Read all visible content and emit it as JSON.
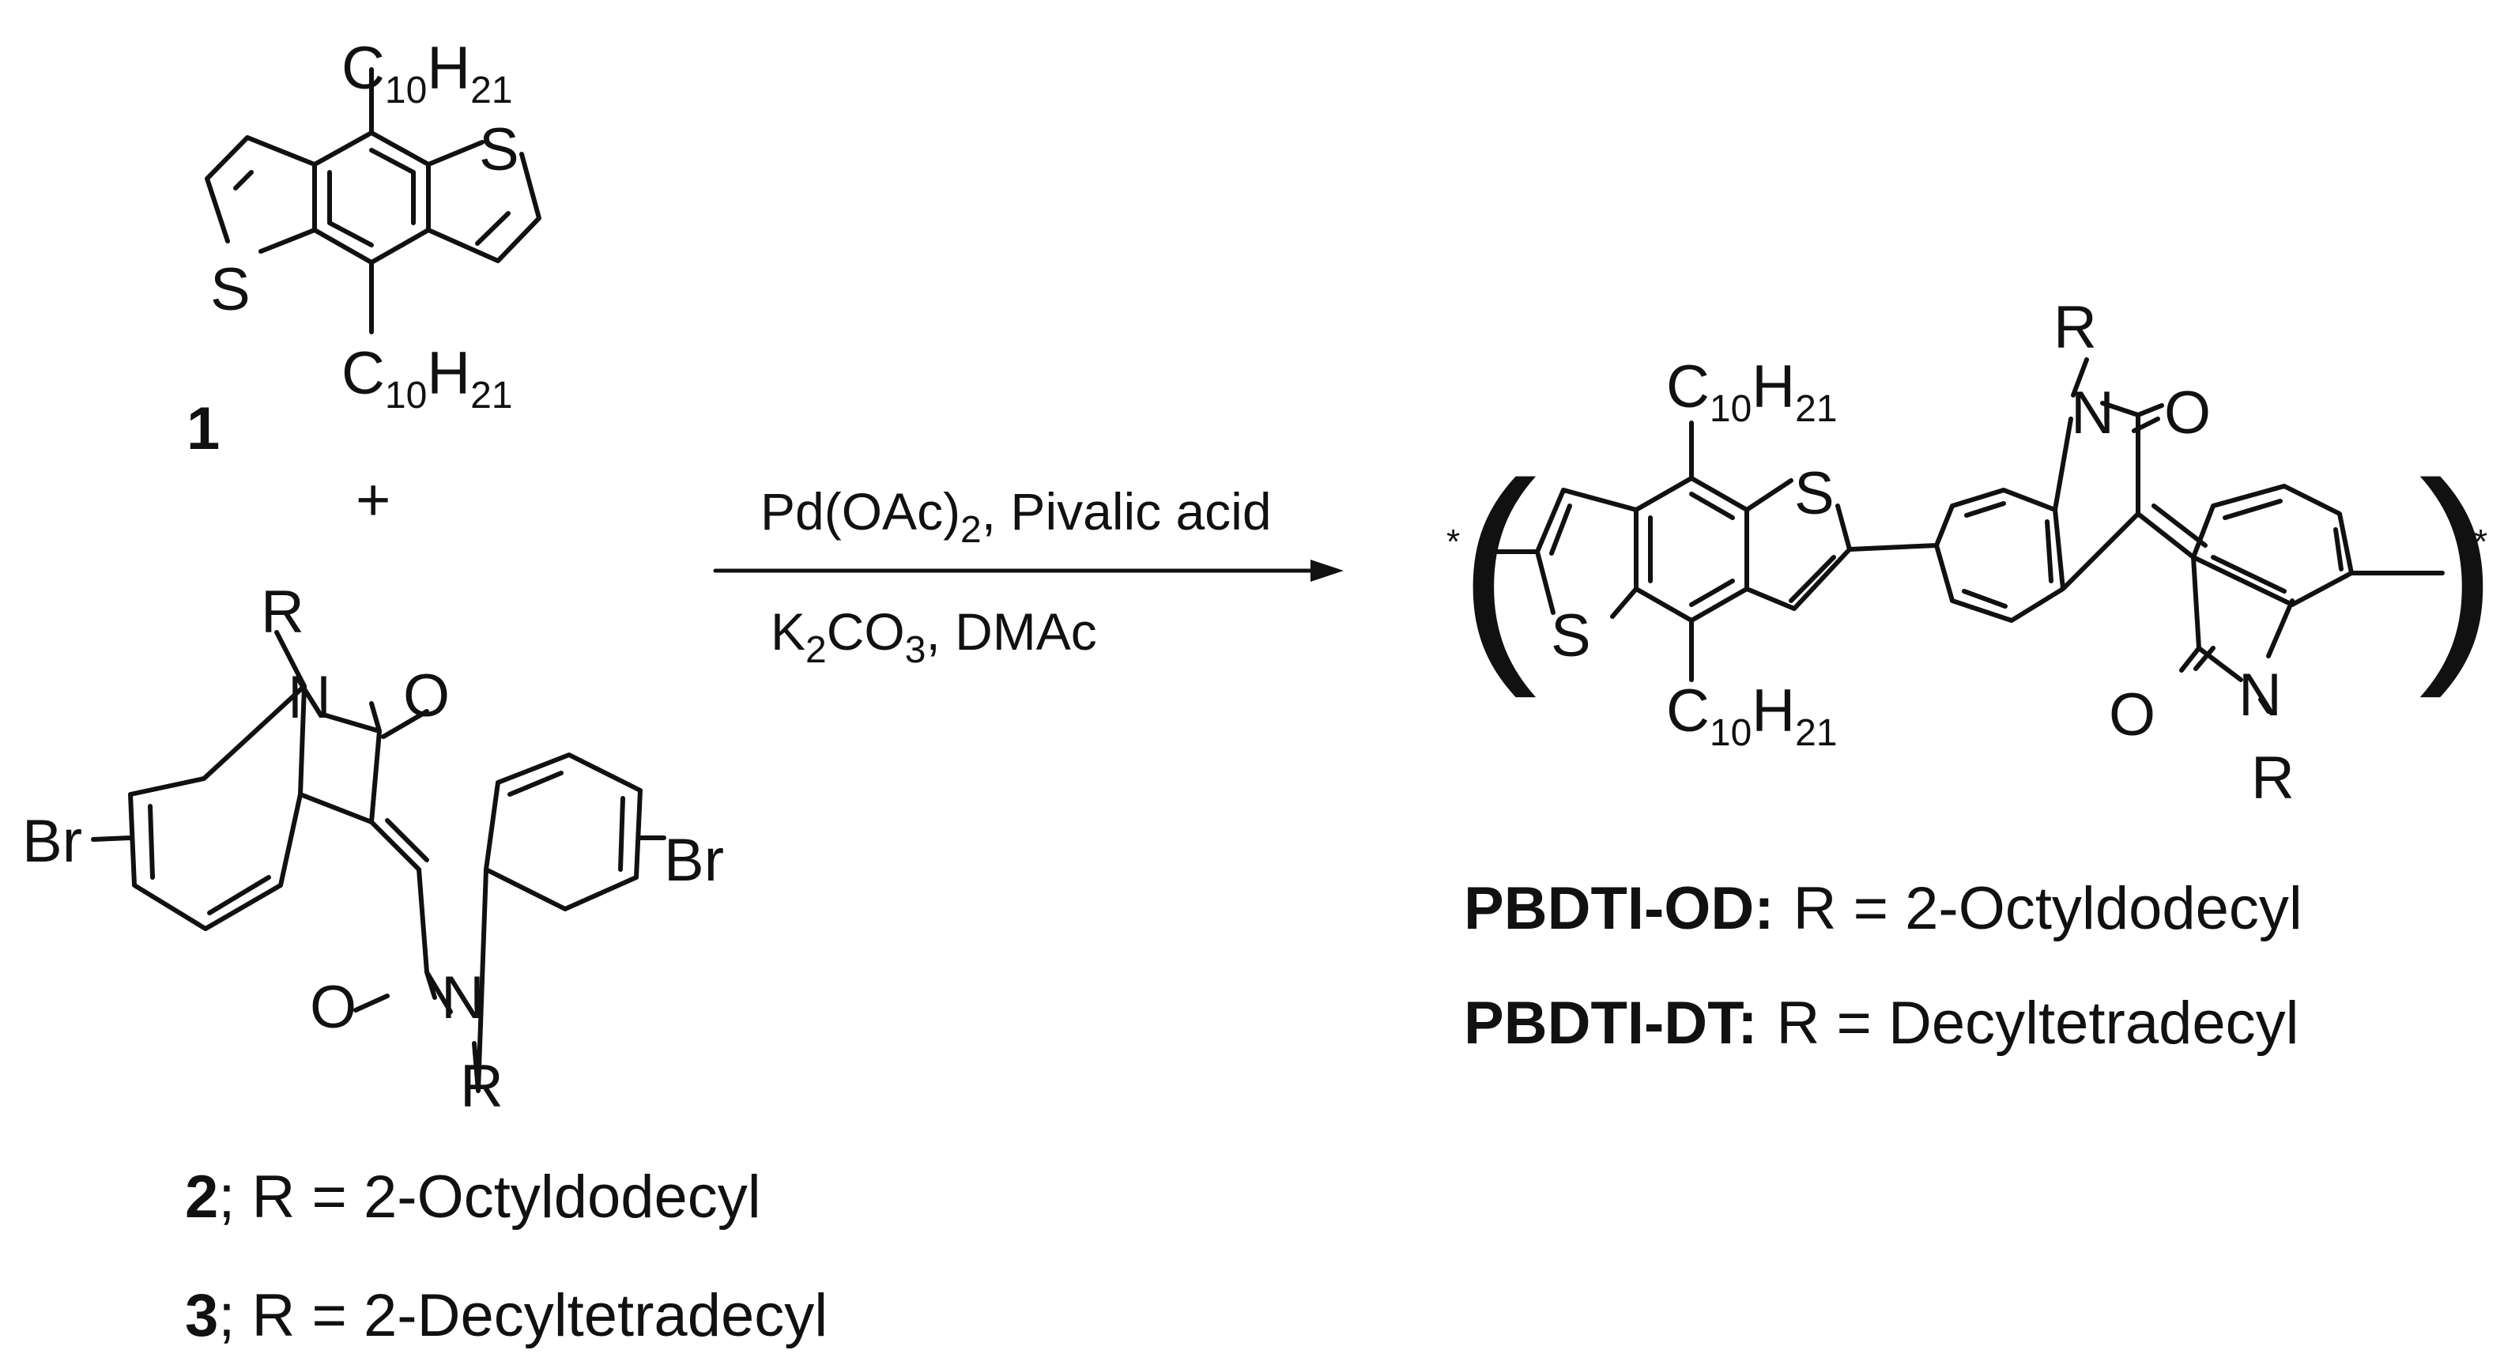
{
  "alkyl": {
    "c": "C",
    "c_sub": "10",
    "h": "H",
    "h_sub": "21"
  },
  "atoms": {
    "s": "S",
    "n": "N",
    "o": "O",
    "r": "R",
    "br": "Br",
    "star": "*"
  },
  "compound1": {
    "number": "1"
  },
  "plus": "+",
  "conditions": {
    "line1_prefix": "Pd(OAc)",
    "line1_sub": "2",
    "line1_suffix": ", Pivalic acid",
    "line2_k": "K",
    "line2_sub1": "2",
    "line2_co": "CO",
    "line2_sub2": "3",
    "line2_suffix": ", DMAc"
  },
  "monomer_labels": [
    {
      "number": "2",
      "text": "; R = 2-Octyldodecyl"
    },
    {
      "number": "3",
      "text": "; R = 2-Decyltetradecyl"
    }
  ],
  "polymer_labels": [
    {
      "name": "PBDTI-OD:",
      "text": "R = 2-Octyldodecyl"
    },
    {
      "name": "PBDTI-DT:",
      "text": "R = Decyltetradecyl"
    }
  ]
}
